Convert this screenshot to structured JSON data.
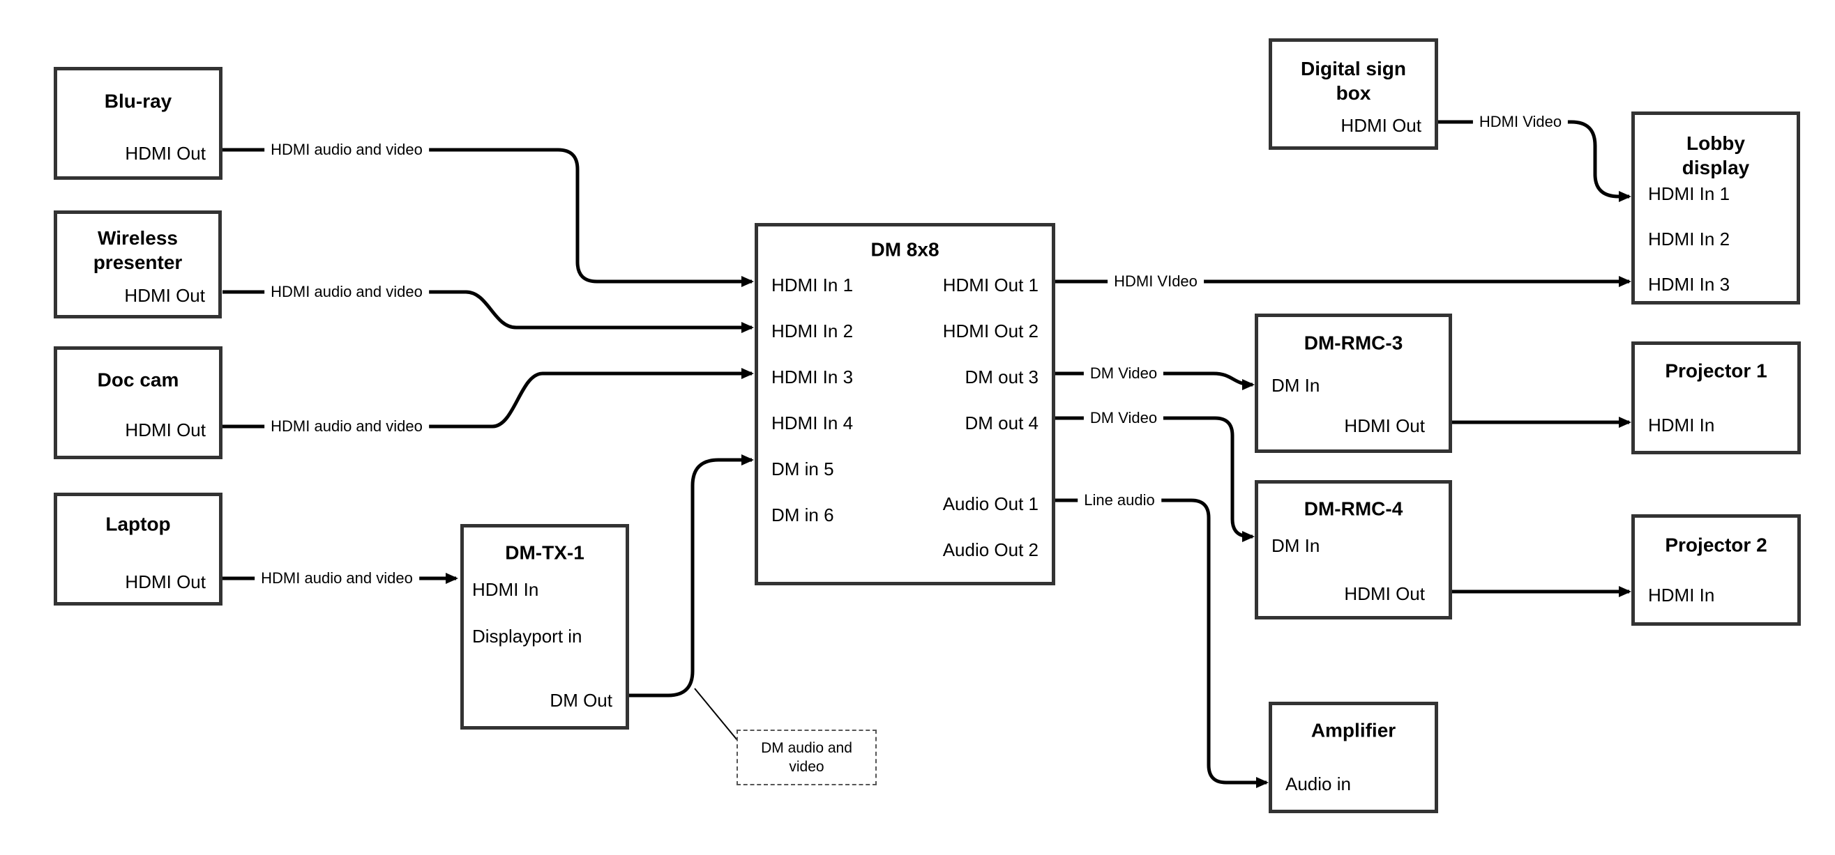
{
  "nodes": {
    "bluray": {
      "title": "Blu-ray",
      "ports": [
        "HDMI Out"
      ]
    },
    "wireless": {
      "title": "Wireless\npresenter",
      "ports": [
        "HDMI Out"
      ]
    },
    "doccam": {
      "title": "Doc cam",
      "ports": [
        "HDMI Out"
      ]
    },
    "laptop": {
      "title": "Laptop",
      "ports": [
        "HDMI Out"
      ]
    },
    "dmtx1": {
      "title": "DM-TX-1",
      "ports": [
        "HDMI In",
        "Displayport in",
        "DM Out"
      ]
    },
    "dm8x8": {
      "title": "DM 8x8",
      "inputs": [
        "HDMI In 1",
        "HDMI In 2",
        "HDMI In 3",
        "HDMI In 4",
        "DM in 5",
        "DM in 6"
      ],
      "outputs": [
        "HDMI Out 1",
        "HDMI Out 2",
        "DM out 3",
        "DM out 4",
        "Audio Out 1",
        "Audio Out 2"
      ]
    },
    "digital_sign": {
      "title": "Digital sign\nbox",
      "ports": [
        "HDMI Out"
      ]
    },
    "lobby": {
      "title": "Lobby\ndisplay",
      "ports": [
        "HDMI In 1",
        "HDMI In 2",
        "HDMI In 3"
      ]
    },
    "dmrmc3": {
      "title": "DM-RMC-3",
      "ports": [
        "DM In",
        "HDMI Out"
      ]
    },
    "projector1": {
      "title": "Projector 1",
      "ports": [
        "HDMI In"
      ]
    },
    "dmrmc4": {
      "title": "DM-RMC-4",
      "ports": [
        "DM In",
        "HDMI Out"
      ]
    },
    "projector2": {
      "title": "Projector 2",
      "ports": [
        "HDMI In"
      ]
    },
    "amplifier": {
      "title": "Amplifier",
      "ports": [
        "Audio in"
      ]
    }
  },
  "edges": [
    {
      "from": "Blu-ray HDMI Out",
      "to": "DM 8x8 HDMI In 1",
      "label": "HDMI audio and video"
    },
    {
      "from": "Wireless presenter HDMI Out",
      "to": "DM 8x8 HDMI In 2",
      "label": "HDMI audio and video"
    },
    {
      "from": "Doc cam HDMI Out",
      "to": "DM 8x8 HDMI In 3",
      "label": "HDMI audio and video"
    },
    {
      "from": "Laptop HDMI Out",
      "to": "DM-TX-1 HDMI In",
      "label": "HDMI audio and video"
    },
    {
      "from": "DM-TX-1 DM Out",
      "to": "DM 8x8 DM in 5",
      "label": ""
    },
    {
      "from": "DM 8x8 HDMI Out 1",
      "to": "Lobby display HDMI In 3",
      "label": "HDMI VIdeo"
    },
    {
      "from": "Digital sign box HDMI Out",
      "to": "Lobby display HDMI In 1",
      "label": "HDMI Video"
    },
    {
      "from": "DM 8x8 DM out 3",
      "to": "DM-RMC-3 DM In",
      "label": "DM Video"
    },
    {
      "from": "DM 8x8 DM out 4",
      "to": "DM-RMC-4 DM In",
      "label": "DM Video"
    },
    {
      "from": "DM 8x8 Audio Out 1",
      "to": "Amplifier Audio in",
      "label": "Line audio"
    },
    {
      "from": "DM-RMC-3 HDMI Out",
      "to": "Projector 1 HDMI In",
      "label": ""
    },
    {
      "from": "DM-RMC-4 HDMI Out",
      "to": "Projector 2 HDMI In",
      "label": ""
    }
  ],
  "note": {
    "label": "DM audio and\nvideo"
  },
  "colors": {
    "wire": "#000000",
    "box_border": "#333333",
    "text": "#000000",
    "background": "#ffffff"
  }
}
